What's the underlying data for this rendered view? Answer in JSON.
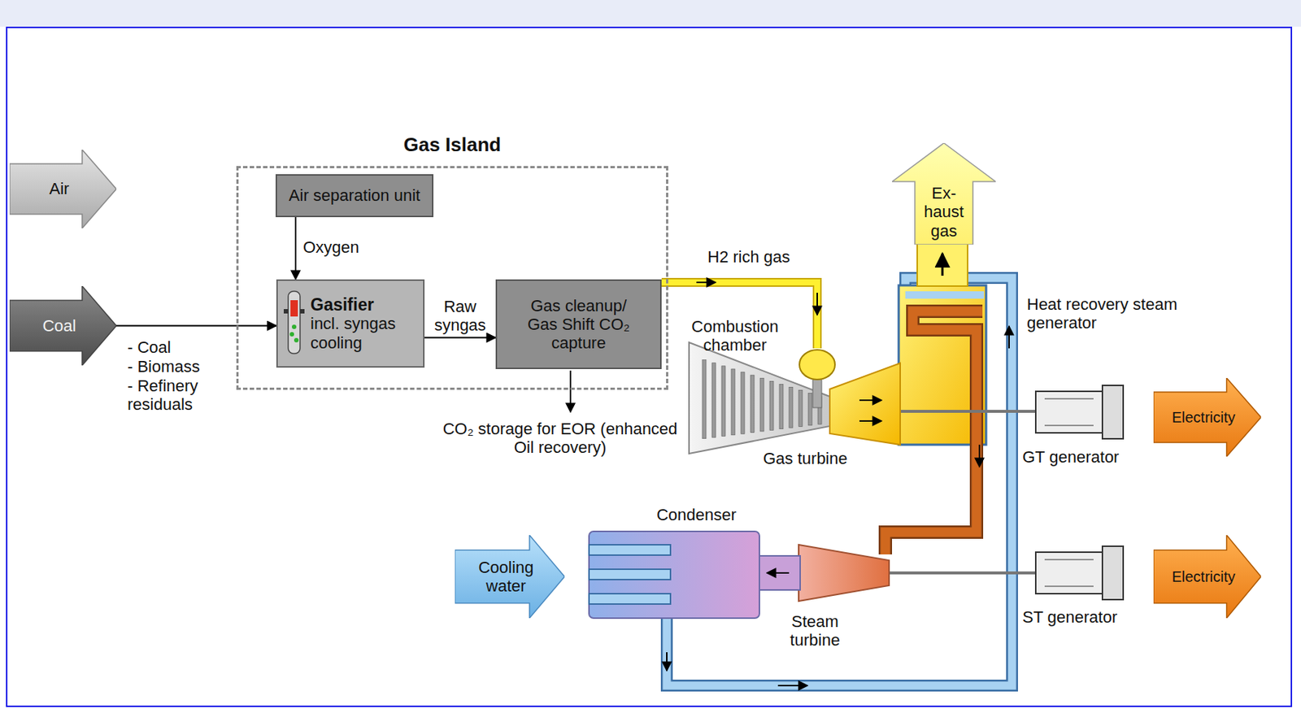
{
  "diagram": {
    "nodes": [
      {
        "text": [
          "Air"
        ]
      },
      {
        "text": [
          "Coal"
        ]
      },
      {
        "text": [
          "Gas Island"
        ]
      },
      {
        "text": [
          "Air separation unit"
        ],
        "in": 2
      },
      {
        "text": [
          "Gasifier",
          "incl. syngas cooling"
        ],
        "in": 2
      },
      {
        "text": [
          "Gas cleanup/ Gas Shift CO₂ capture"
        ],
        "in": 2
      },
      {
        "text": [
          "Ex- haust gas"
        ]
      },
      {
        "text": [
          "Electricity"
        ]
      },
      {
        "text": [
          "Cooling water"
        ]
      },
      {
        "text": [
          "Electricity"
        ]
      }
    ],
    "edges": [
      {
        "from": 3,
        "to": 4,
        "label": "Oxygen",
        "arrow": "to"
      },
      {
        "from": 1,
        "to": 4,
        "arrow": "to"
      },
      {
        "from": 4,
        "to": 5,
        "label": "Raw syngas",
        "arrow": "to"
      }
    ],
    "labels": [
      "- Coal",
      "- Biomass",
      "- Refinery residuals",
      "CO₂ storage for EOR (enhanced Oil recovery)",
      "H2 rich gas",
      "Combustion chamber",
      "Gas turbine",
      "Heat recovery steam generator",
      "GT generator",
      "Condenser",
      "Steam turbine",
      "ST generator"
    ]
  }
}
